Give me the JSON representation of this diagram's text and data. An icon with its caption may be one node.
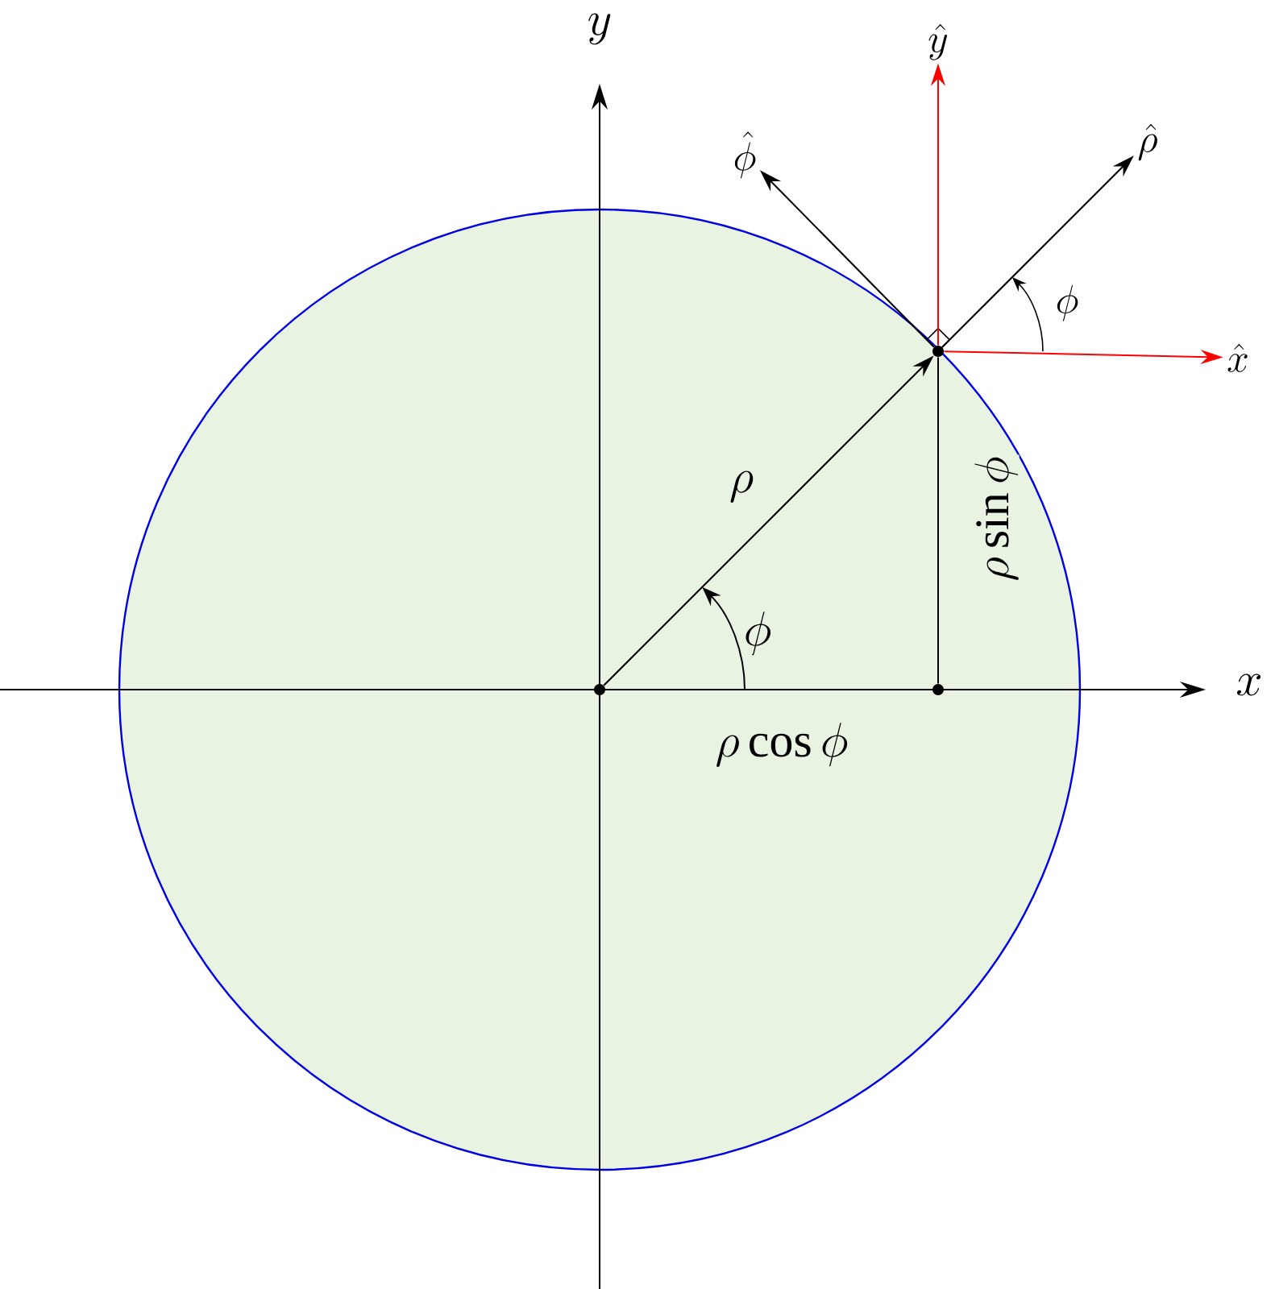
{
  "diagram": {
    "nodes": [
      {
        "text": [],
        "shape": "circle"
      },
      {
        "text": [],
        "shape": "circle"
      },
      {
        "text": [],
        "shape": "circle"
      },
      {
        "text": [
          "\\hat{x}"
        ]
      },
      {
        "text": [
          "\\hat{y}"
        ]
      },
      {
        "text": [
          "\\hat{\\rho}"
        ]
      },
      {
        "text": [
          "\\hat{\\phi}"
        ]
      }
    ],
    "edges": [
      {
        "from": 0,
        "to": 1,
        "arrow": "to",
        "label": "\\rho"
      },
      {
        "from": 1,
        "to": 2,
        "arrow": "none",
        "label": "\\rho\\sin\\phi"
      },
      {
        "from": 1,
        "to": 3,
        "arrow": "to",
        "color": "#ff0000"
      },
      {
        "from": 1,
        "to": 4,
        "arrow": "to",
        "color": "#ff0000"
      },
      {
        "from": 1,
        "to": 5,
        "arrow": "to"
      },
      {
        "from": 1,
        "to": 6,
        "arrow": "to"
      }
    ],
    "labels": [
      "x",
      "y",
      "\\phi",
      "\\phi",
      "\\rho\\cos\\phi"
    ]
  }
}
